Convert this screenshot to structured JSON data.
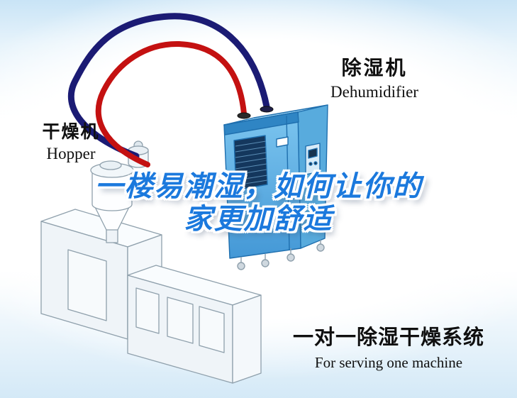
{
  "hopper": {
    "label_zh": "干燥机",
    "label_en": "Hopper"
  },
  "dehumidifier": {
    "label_zh": "除湿机",
    "label_en": "Dehumidifier",
    "body_color": "#5fb2e2"
  },
  "title": {
    "line1": "一楼易潮湿，如何让你的",
    "line2": "家更加舒适",
    "color": "#1b79dd"
  },
  "caption": {
    "line_zh": "一对一除湿干燥系统",
    "line_en": "For serving one machine"
  },
  "hoses": {
    "red_color": "#c41111",
    "navy_color": "#1b1b74"
  },
  "background": {
    "top_color": "#c9e4f6",
    "bottom_color": "#d4e9f7"
  }
}
